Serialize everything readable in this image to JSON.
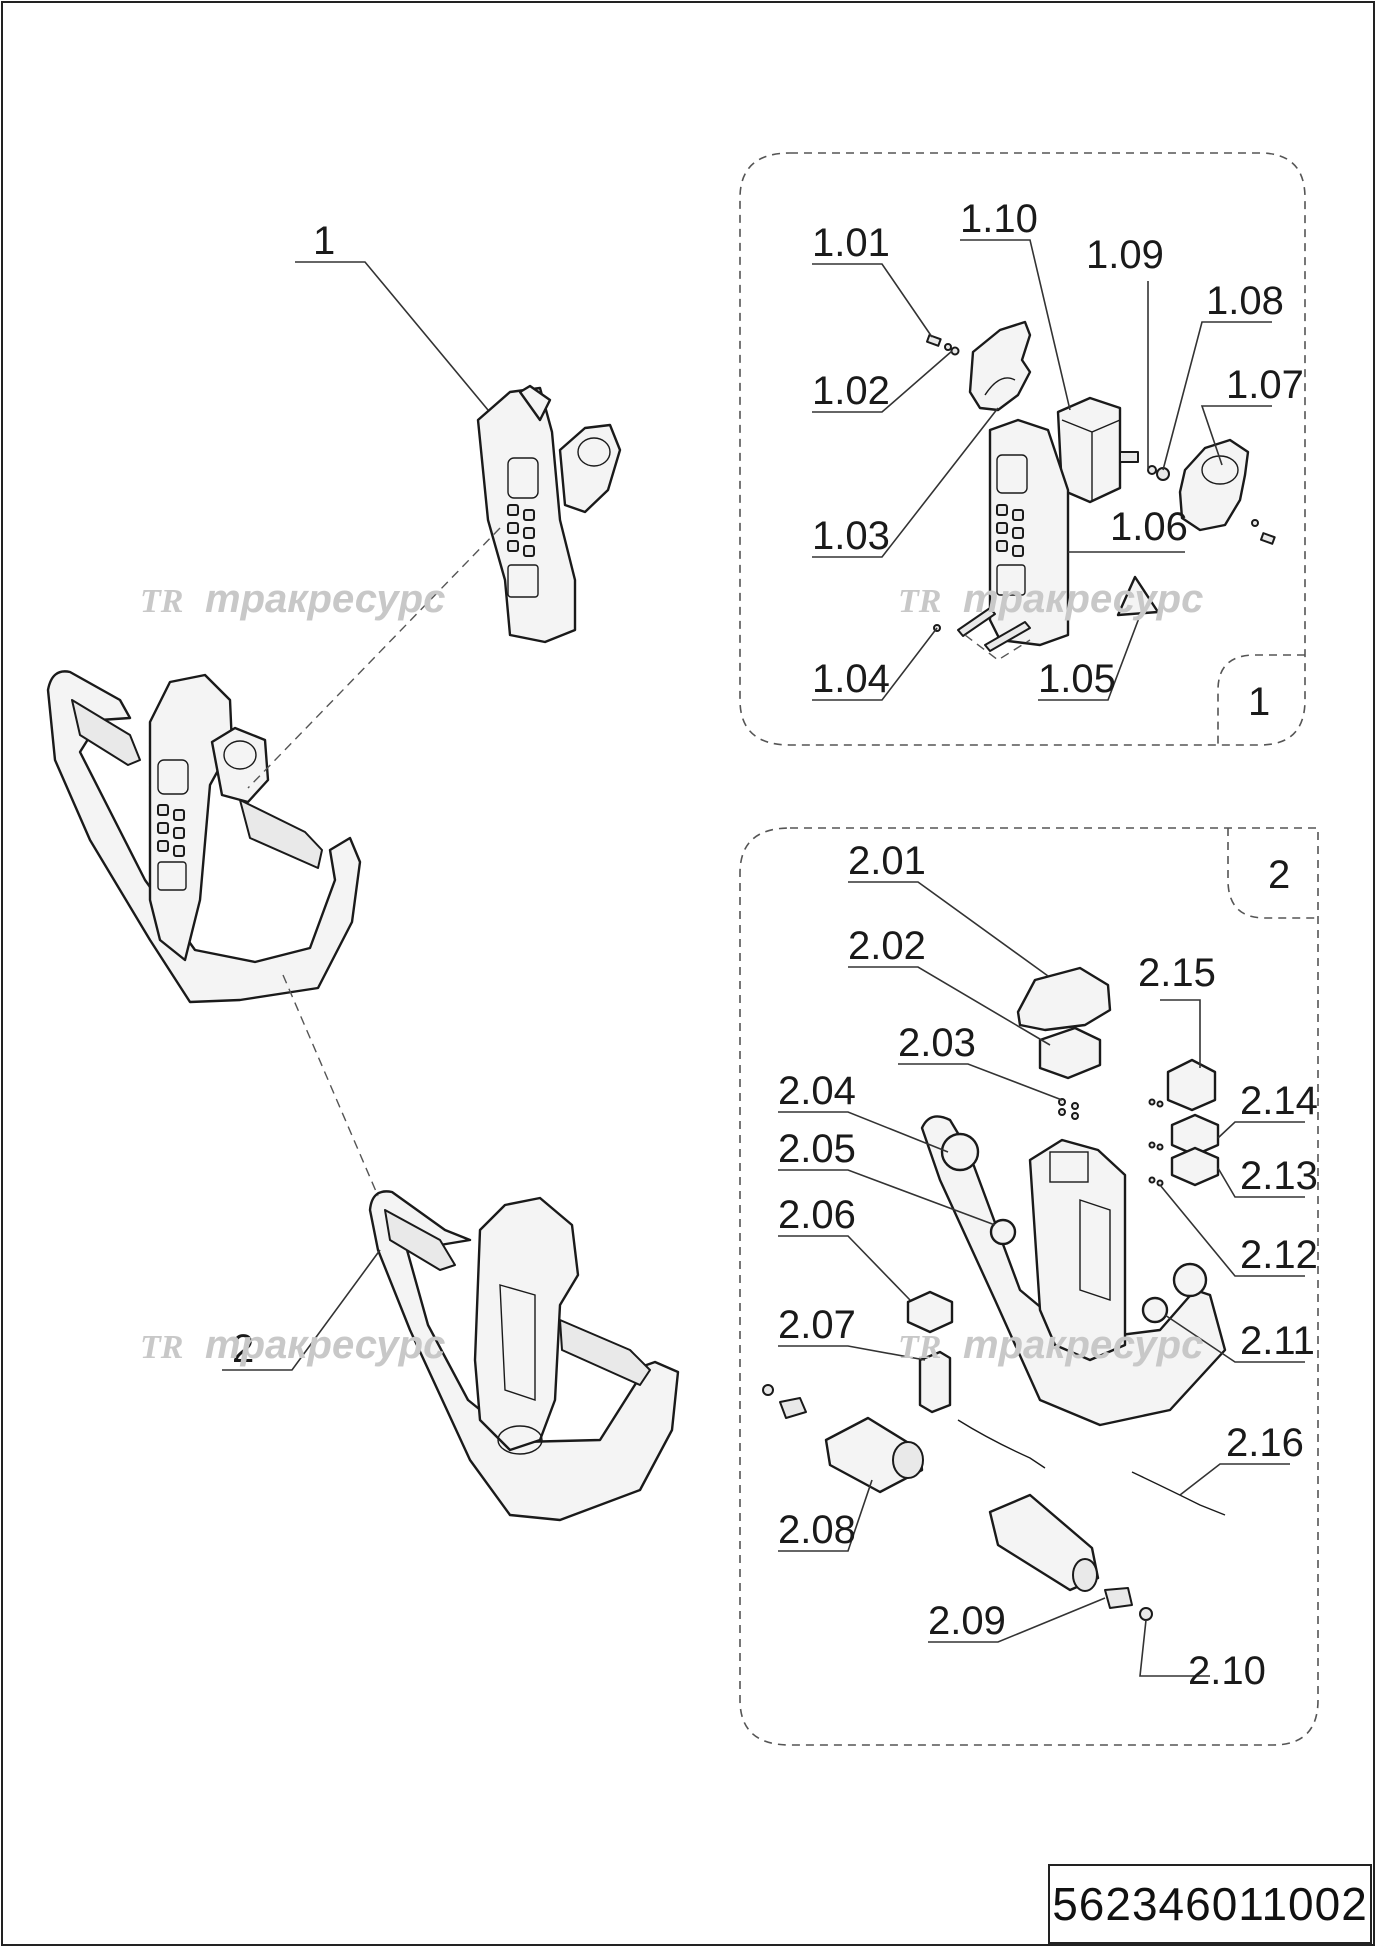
{
  "watermark": {
    "logo": "TR",
    "text": "тракресурс"
  },
  "assembly": {
    "label_1": "1",
    "label_2": "2"
  },
  "panel_1": {
    "corner_label": "1",
    "labels": {
      "p101": "1.01",
      "p102": "1.02",
      "p103": "1.03",
      "p104": "1.04",
      "p105": "1.05",
      "p106": "1.06",
      "p107": "1.07",
      "p108": "1.08",
      "p109": "1.09",
      "p110": "1.10"
    }
  },
  "panel_2": {
    "corner_label": "2",
    "labels": {
      "p201": "2.01",
      "p202": "2.02",
      "p203": "2.03",
      "p204": "2.04",
      "p205": "2.05",
      "p206": "2.06",
      "p207": "2.07",
      "p208": "2.08",
      "p209": "2.09",
      "p210": "2.10",
      "p211": "2.11",
      "p212": "2.12",
      "p213": "2.13",
      "p214": "2.14",
      "p215": "2.15",
      "p216": "2.16"
    }
  },
  "document_number": "562346011002"
}
